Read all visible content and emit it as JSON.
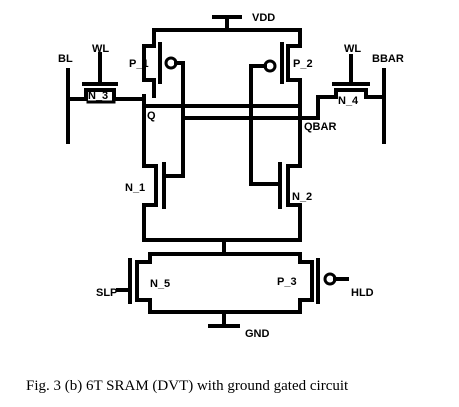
{
  "labels": {
    "vdd": "VDD",
    "gnd": "GND",
    "wl_left": "WL",
    "wl_right": "WL",
    "bl": "BL",
    "bbar": "BBAR",
    "q": "Q",
    "qbar": "QBAR",
    "n3": "N_3",
    "n4": "N_4",
    "p1": "P_1",
    "p2": "P_2",
    "n1": "N_1",
    "n2": "N_2",
    "n5": "N_5",
    "p3": "P_3",
    "slp": "SLP",
    "hld": "HLD"
  },
  "caption": "Fig. 3 (b) 6T SRAM (DVT) with ground gated circuit"
}
